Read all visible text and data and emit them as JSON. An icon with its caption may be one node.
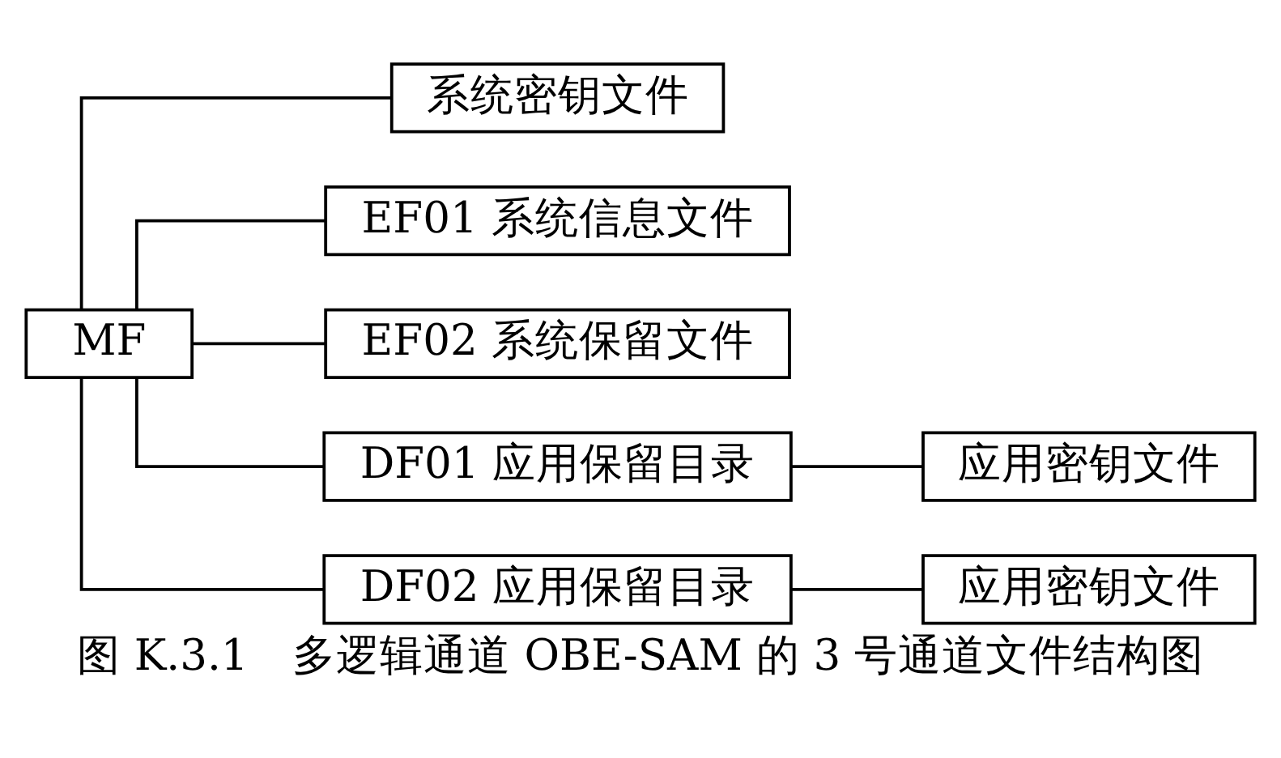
{
  "diagram": {
    "caption": "图 K.3.1　多逻辑通道 OBE-SAM 的 3 号通道文件结构图",
    "nodes": [
      {
        "text": [
          "MF"
        ]
      },
      {
        "text": [
          "系统密钥文件"
        ]
      },
      {
        "text": [
          "EF01 系统信息文件"
        ]
      },
      {
        "text": [
          "EF02 系统保留文件"
        ]
      },
      {
        "text": [
          "DF01 应用保留目录"
        ]
      },
      {
        "text": [
          "应用密钥文件"
        ]
      },
      {
        "text": [
          "DF02 应用保留目录"
        ]
      },
      {
        "text": [
          "应用密钥文件"
        ]
      }
    ],
    "edges": [
      {
        "from": 0,
        "to": 1,
        "arrow": "none"
      },
      {
        "from": 0,
        "to": 2,
        "arrow": "none"
      },
      {
        "from": 0,
        "to": 3,
        "arrow": "none"
      },
      {
        "from": 0,
        "to": 4,
        "arrow": "none"
      },
      {
        "from": 4,
        "to": 5,
        "arrow": "none"
      },
      {
        "from": 0,
        "to": 6,
        "arrow": "none"
      },
      {
        "from": 6,
        "to": 7,
        "arrow": "none"
      }
    ]
  }
}
